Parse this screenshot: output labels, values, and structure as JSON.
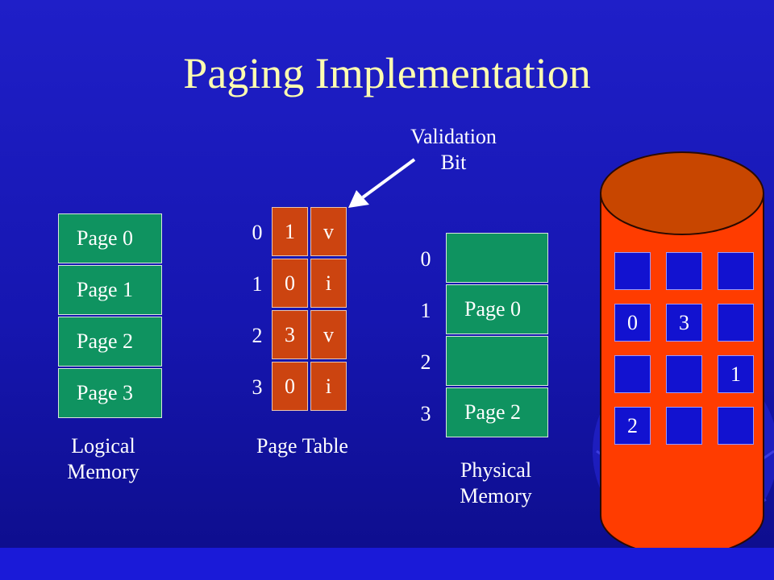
{
  "title": "Paging Implementation",
  "logical_memory": {
    "pages": [
      "Page 0",
      "Page 1",
      "Page 2",
      "Page 3"
    ],
    "label_line1": "Logical",
    "label_line2": "Memory"
  },
  "page_table": {
    "indices": [
      "0",
      "1",
      "2",
      "3"
    ],
    "frames": [
      "1",
      "0",
      "3",
      "0"
    ],
    "bits": [
      "v",
      "i",
      "v",
      "i"
    ],
    "label": "Page Table"
  },
  "validation": {
    "line1": "Validation",
    "line2": "Bit"
  },
  "physical_memory": {
    "indices": [
      "0",
      "1",
      "2",
      "3"
    ],
    "frames": [
      "",
      "Page 0",
      "",
      "Page 2"
    ],
    "label_line1": "Physical",
    "label_line2": "Memory"
  },
  "disk": {
    "cells": [
      "",
      "",
      "",
      "0",
      "3",
      "",
      "",
      "",
      "1",
      "2",
      "",
      ""
    ]
  },
  "colors": {
    "background": "#1a1ab8",
    "title": "#fdfdb0",
    "memory_box": "#0f9360",
    "table_box": "#cc4410",
    "disk_body": "#ff3c00",
    "disk_cell": "#1212d0"
  }
}
